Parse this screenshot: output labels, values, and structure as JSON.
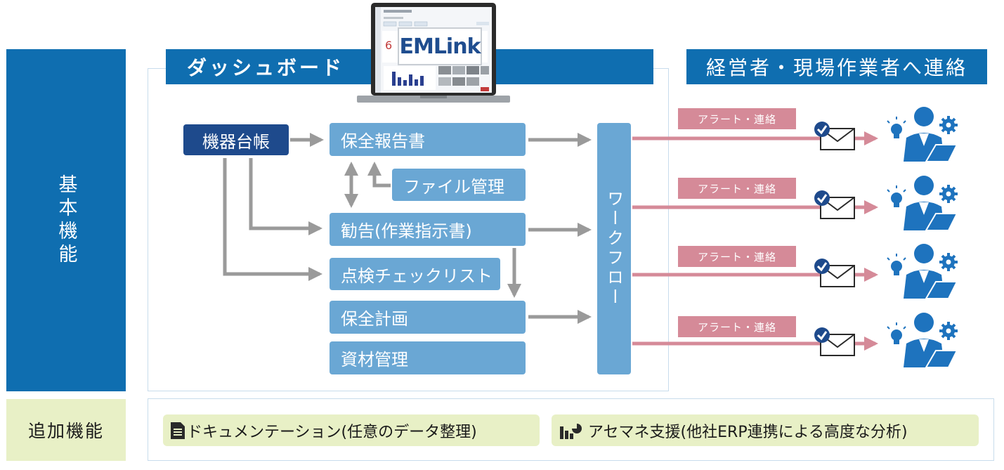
{
  "sidebar": {
    "basic_label": "基本機能",
    "additional_label": "追加機能"
  },
  "headers": {
    "dashboard": "ダッシュボード",
    "contact": "経営者・現場作業者へ連絡"
  },
  "laptop": {
    "logo_text": "EMLink"
  },
  "boxes": {
    "equipment_ledger": "機器台帳",
    "maintenance_report": "保全報告書",
    "file_management": "ファイル管理",
    "recommendation": "勧告(作業指示書)",
    "inspection_checklist": "点検チェックリスト",
    "maintenance_plan": "保全計画",
    "material_management": "資材管理"
  },
  "workflow": "ワークフロー",
  "alerts": [
    "アラート・連絡",
    "アラート・連絡",
    "アラート・連絡",
    "アラート・連絡"
  ],
  "additional_features": {
    "documentation": "ドキュメンテーション(任意のデータ整理)",
    "asset_management": "アセマネ支援(他社ERP連携による高度な分析)"
  },
  "colors": {
    "primary_blue": "#0f6eb0",
    "box_blue": "#6aa7d4",
    "dark_blue": "#1e4a8c",
    "alert_pink": "#d58a98",
    "arrow_gray": "#9a9a9a",
    "green_bg": "#e8f0c6"
  }
}
